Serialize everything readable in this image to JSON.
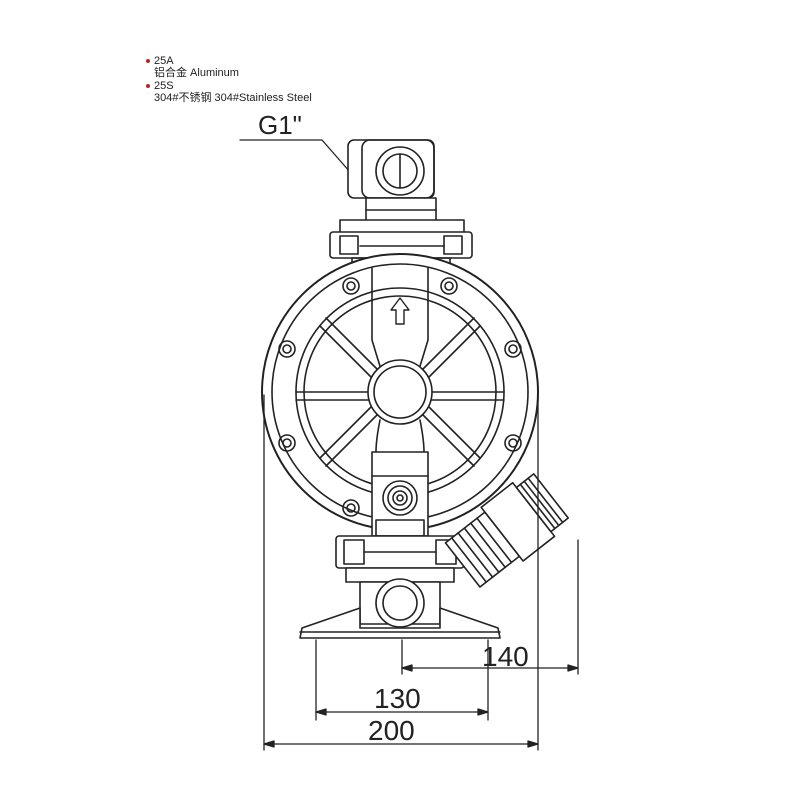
{
  "legend": [
    {
      "code": "25A",
      "material": "铝合金  Aluminum"
    },
    {
      "code": "25S",
      "material": "304#不锈钢 304#Stainless Steel"
    }
  ],
  "port_label": "G1\"",
  "dimensions": {
    "d140": "140",
    "d130": "130",
    "d200": "200"
  }
}
